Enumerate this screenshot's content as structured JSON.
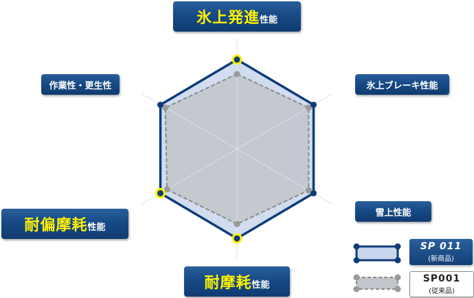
{
  "chart_data": {
    "type": "radar",
    "axes": [
      {
        "main": "氷上発進",
        "suffix": "性能"
      },
      {
        "main": "氷上ブレーキ性能",
        "suffix": ""
      },
      {
        "main": "雪上性能",
        "suffix": ""
      },
      {
        "main": "耐摩耗",
        "suffix": "性能"
      },
      {
        "main": "耐偏摩耗",
        "suffix": "性能"
      },
      {
        "main": "作業性・更生性",
        "suffix": ""
      }
    ],
    "highlighted_axes": [
      0,
      3,
      4
    ],
    "range": [
      0,
      100
    ],
    "grid": "spokes",
    "series": [
      {
        "name": "SP 011",
        "note": "(新商品)",
        "values": [
          93,
          92,
          92,
          93,
          92,
          92
        ],
        "color": "#0f3b78",
        "fill": "#c9d6ec"
      },
      {
        "name": "SP001",
        "note": "(従来品)",
        "values": [
          78,
          86,
          86,
          78,
          84,
          86
        ],
        "color": "#8a8a8a",
        "fill": "#c2c6cc"
      }
    ]
  },
  "colors": {
    "highlight": "#fff200",
    "label_bg": "#174a86"
  }
}
